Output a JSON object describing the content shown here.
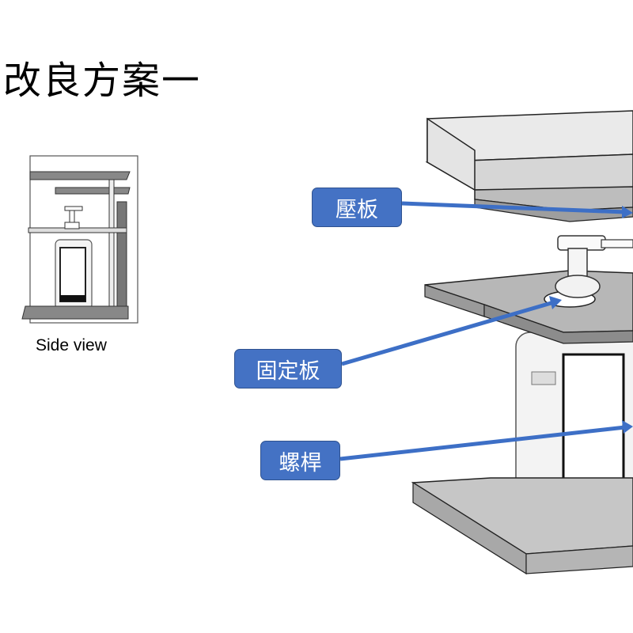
{
  "title": "改良方案一",
  "side_view": {
    "caption": "Side view"
  },
  "callouts": [
    {
      "label": "壓板"
    },
    {
      "label": "固定板"
    },
    {
      "label": "螺桿"
    }
  ],
  "colors": {
    "callout_fill": "#4472c4",
    "callout_border": "#2f528f",
    "arrow": "#3d6fc6"
  }
}
